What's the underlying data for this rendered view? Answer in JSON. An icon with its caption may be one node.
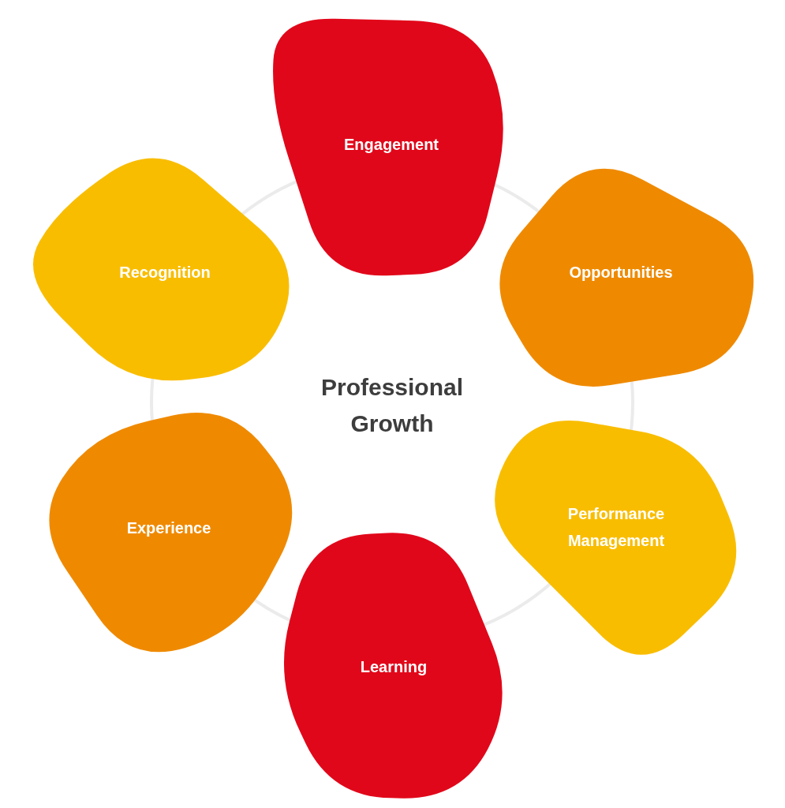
{
  "diagram": {
    "nodes": [
      {
        "text": [
          "Engagement"
        ]
      },
      {
        "text": [
          "Opportunities"
        ]
      },
      {
        "text": [
          "Performance Management"
        ]
      },
      {
        "text": [
          "Learning"
        ]
      },
      {
        "text": [
          "Experience"
        ]
      },
      {
        "text": [
          "Recognition"
        ]
      }
    ],
    "labels": [
      "Professional Growth"
    ]
  }
}
